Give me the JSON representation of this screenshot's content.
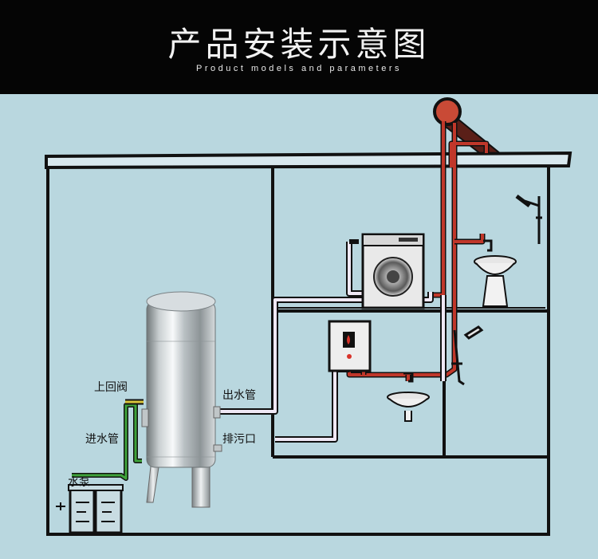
{
  "header": {
    "title": "产品安装示意图",
    "subtitle": "Product models and parameters"
  },
  "labels": {
    "check_valve": "上回阀",
    "inlet_pipe": "进水管",
    "water_pump": "水泵",
    "outlet_pipe": "出水管",
    "drain_outlet": "排污口"
  },
  "colors": {
    "background": "#b9d7df",
    "header": "#050505",
    "hot_pipe": "#c0372a",
    "cold_pipe": "#e9e2f2",
    "green_pipe": "#3ea33a",
    "wall_line": "#111111"
  }
}
